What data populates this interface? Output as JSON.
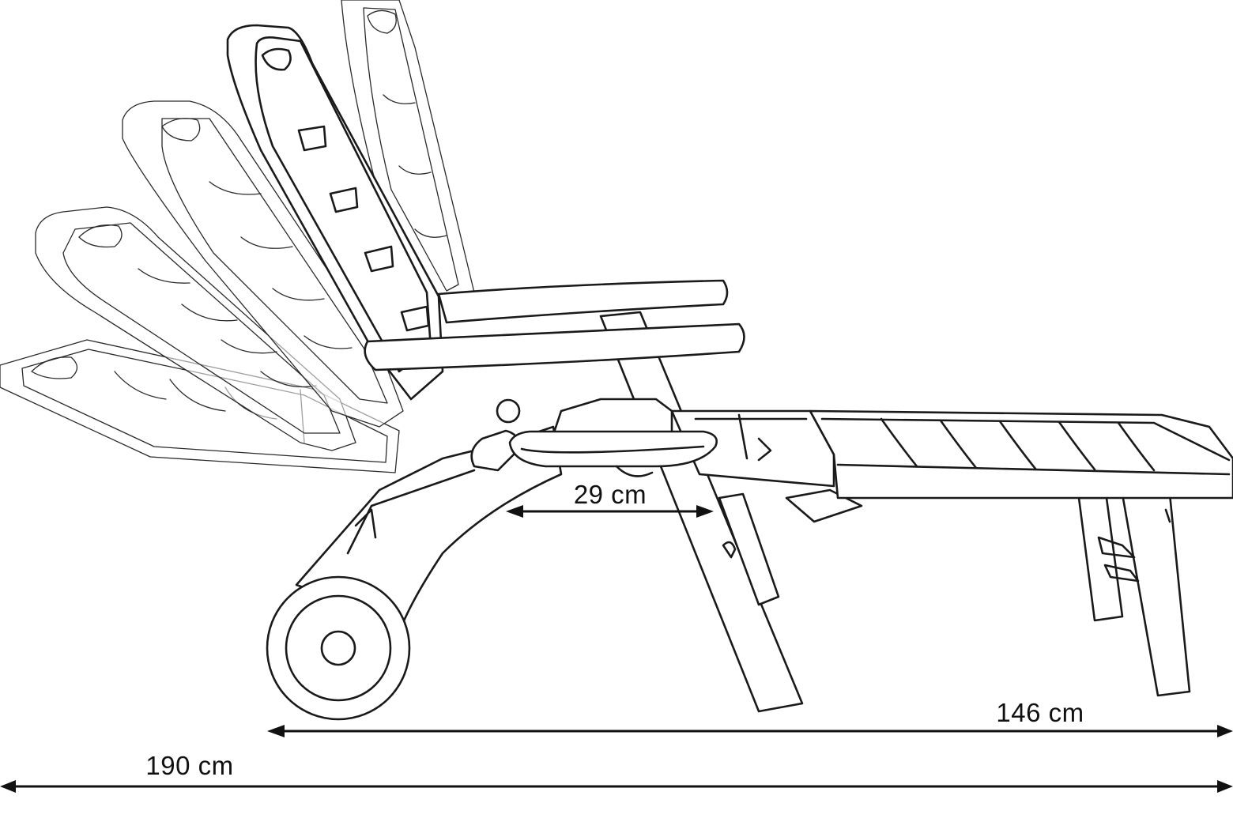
{
  "dimensions": {
    "overall_length": {
      "label": "190 cm"
    },
    "folded_length": {
      "label": "146 cm"
    },
    "armrest_table": {
      "label": "29 cm"
    }
  },
  "colors": {
    "line": "#1a1a1a",
    "background": "#ffffff"
  }
}
